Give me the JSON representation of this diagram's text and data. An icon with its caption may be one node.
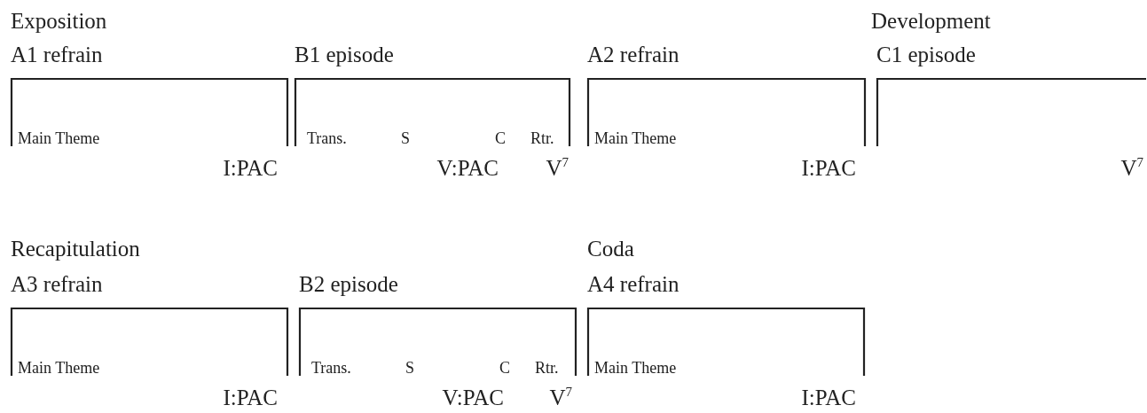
{
  "diagram": {
    "nodes": [
      {
        "text": [
          "A1 refrain",
          "Main Theme"
        ],
        "beside": [
          "I:PAC"
        ]
      },
      {
        "text": [
          "B1 episode",
          "Trans.",
          "S",
          "C",
          "Rtr."
        ],
        "beside": [
          "V:PAC",
          "V$^{7}$"
        ]
      },
      {
        "text": [
          "A2 refrain",
          "Main Theme"
        ],
        "beside": [
          "I:PAC"
        ]
      },
      {
        "text": [
          "C1 episode"
        ],
        "beside": [
          "V$^{7}$"
        ]
      },
      {
        "text": [
          "A3 refrain",
          "Main Theme"
        ],
        "beside": [
          "I:PAC"
        ]
      },
      {
        "text": [
          "B2 episode",
          "Trans.",
          "S",
          "C",
          "Rtr."
        ],
        "beside": [
          "V:PAC",
          "V$^{7}$"
        ]
      },
      {
        "text": [
          "A4 refrain",
          "Main Theme"
        ],
        "beside": [
          "I:PAC"
        ]
      }
    ],
    "labels": [
      "Exposition",
      "Development",
      "Recapitulation",
      "Coda"
    ]
  }
}
